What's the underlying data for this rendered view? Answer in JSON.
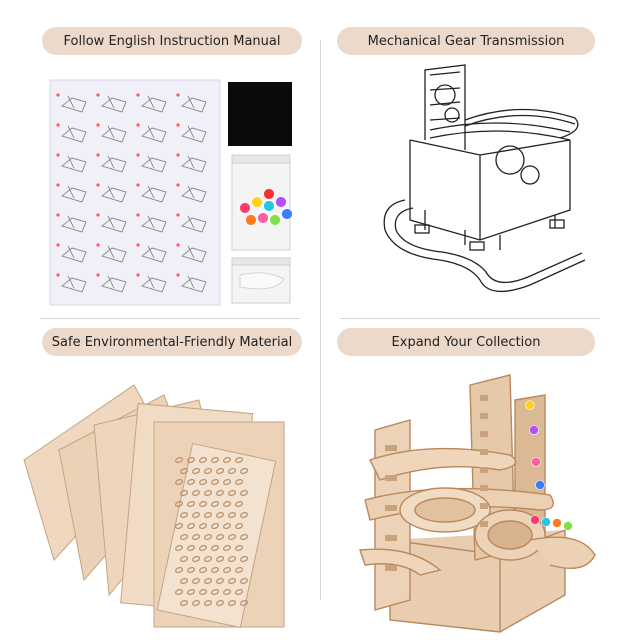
{
  "panels": [
    {
      "label": "Follow English Instruction Manual"
    },
    {
      "label": "Mechanical Gear Transmission"
    },
    {
      "label": "Safe Environmental-Friendly Material"
    },
    {
      "label": "Expand Your Collection"
    }
  ],
  "colors": {
    "pill_background": "#ecd9ca",
    "wood": "#e9cdb0",
    "wood_dark": "#c9a27c",
    "sheet": "#f1eff8"
  },
  "beads": [
    "#ff3b6b",
    "#ffd21e",
    "#27c3e8",
    "#b44cff",
    "#ff7a1a",
    "#ff5fa2",
    "#7fe04a",
    "#3b7bff",
    "#ff2e2e"
  ]
}
